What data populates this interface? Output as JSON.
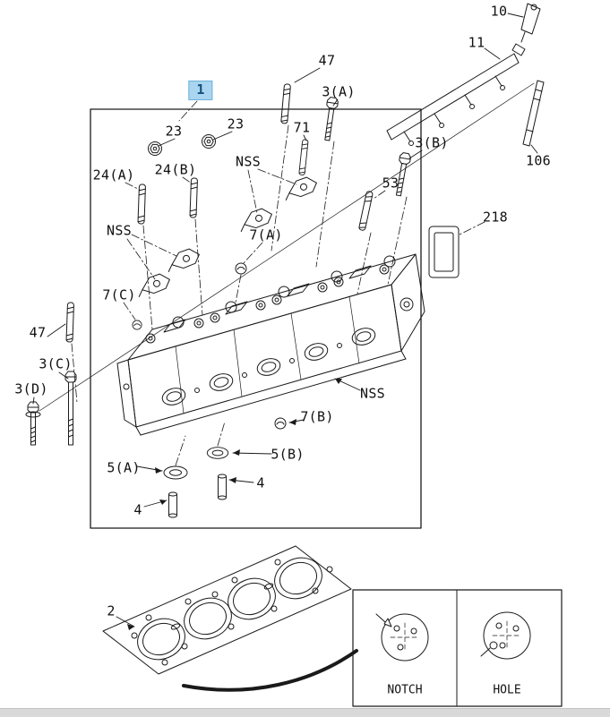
{
  "colors": {
    "line": "#1a1a1a",
    "page-bg": "#ffffff",
    "highlight-bg": "#a9d5f0",
    "highlight-border": "#6fb0da",
    "highlight-text": "#14507e",
    "bottom-strip": "#d9d9d9"
  },
  "figure": {
    "highlight_callout": {
      "text": "1"
    },
    "callouts": [
      {
        "text": "10"
      },
      {
        "text": "11"
      },
      {
        "text": "47"
      },
      {
        "text": "3(A)"
      },
      {
        "text": "23"
      },
      {
        "text": "23"
      },
      {
        "text": "71"
      },
      {
        "text": "3(B)"
      },
      {
        "text": "106"
      },
      {
        "text": "24(A)"
      },
      {
        "text": "24(B)"
      },
      {
        "text": "NSS"
      },
      {
        "text": "53"
      },
      {
        "text": "218"
      },
      {
        "text": "NSS"
      },
      {
        "text": "7(A)"
      },
      {
        "text": "7(C)"
      },
      {
        "text": "47"
      },
      {
        "text": "3(C)"
      },
      {
        "text": "3(D)"
      },
      {
        "text": "NSS"
      },
      {
        "text": "7(B)"
      },
      {
        "text": "5(B)"
      },
      {
        "text": "5(A)"
      },
      {
        "text": "4"
      },
      {
        "text": "4"
      },
      {
        "text": "2"
      }
    ],
    "inset": {
      "notch": "NOTCH",
      "hole": "HOLE"
    }
  }
}
